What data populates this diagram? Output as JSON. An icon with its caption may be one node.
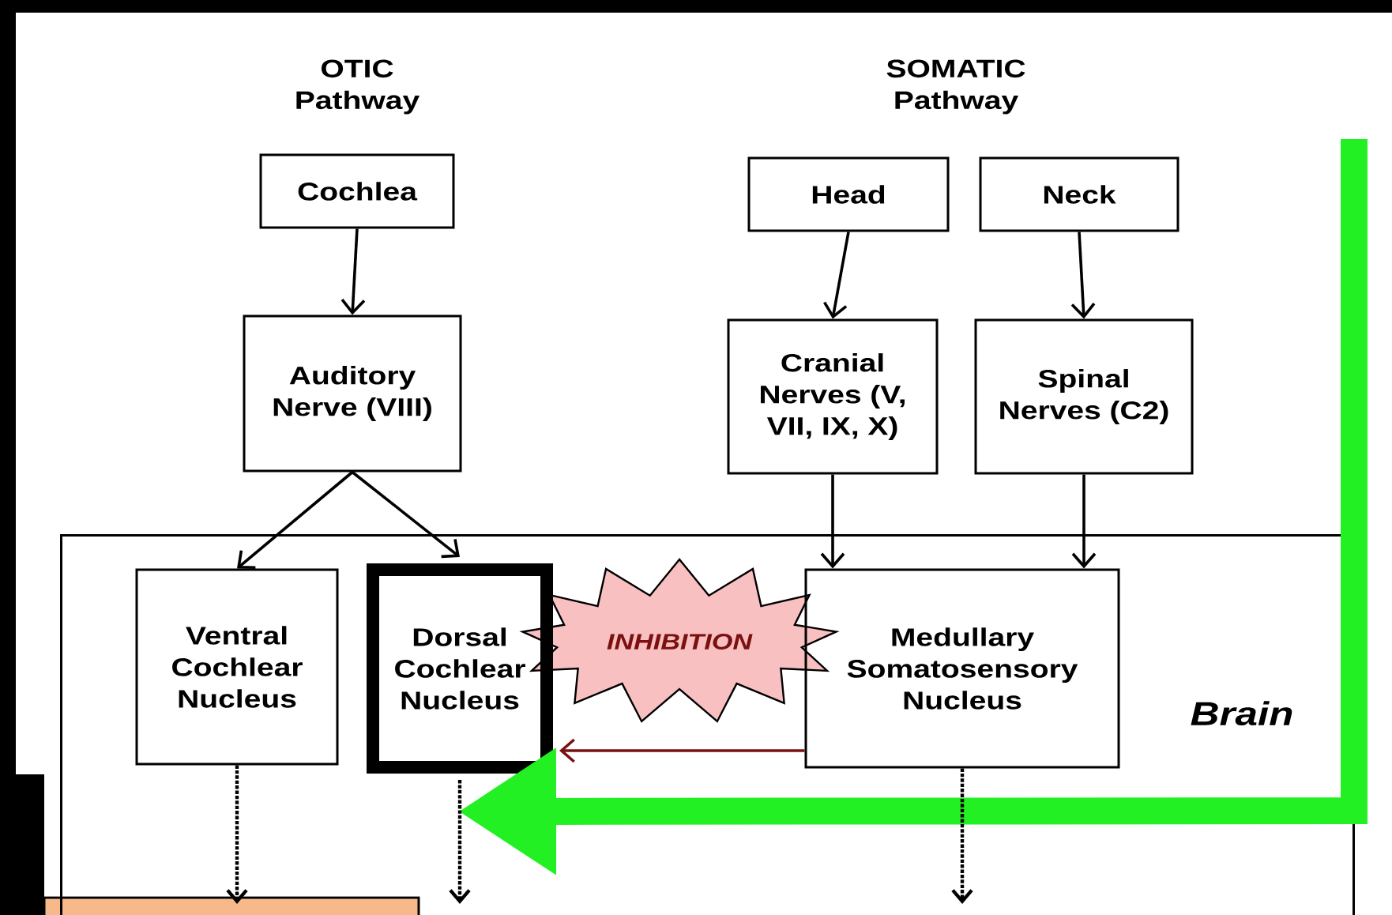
{
  "diagram": {
    "nodes": [
      {
        "text": [
          "Cochlea"
        ]
      },
      {
        "text": [
          "Auditory Nerve (VIII)"
        ]
      },
      {
        "text": [
          "Head"
        ]
      },
      {
        "text": [
          "Neck"
        ]
      },
      {
        "text": [
          "Cranial Nerves (V, VII, IX, X)"
        ]
      },
      {
        "text": [
          "Spinal Nerves (C2)"
        ]
      },
      {
        "text": [
          "Brain"
        ]
      },
      {
        "text": [
          "Ventral Cochlear Nucleus"
        ],
        "in": 6
      },
      {
        "text": [
          "Dorsal Cochlear Nucleus"
        ],
        "in": 6
      },
      {
        "text": [
          "Medullary Somatosensory Nucleus"
        ],
        "in": 6
      },
      {
        "text": [
          "INHIBITION"
        ],
        "in": 6
      }
    ],
    "edges": [
      {
        "from": 0,
        "to": 1,
        "arrow": "to"
      },
      {
        "from": 1,
        "to": 7,
        "arrow": "to"
      },
      {
        "from": 1,
        "to": 8,
        "arrow": "to"
      },
      {
        "from": 2,
        "to": 4,
        "arrow": "to"
      },
      {
        "from": 3,
        "to": 5,
        "arrow": "to"
      },
      {
        "from": 4,
        "to": 9,
        "arrow": "to"
      },
      {
        "from": 5,
        "to": 9,
        "arrow": "to"
      },
      {
        "from": 9,
        "to": 8,
        "arrow": "to",
        "color": "#7a1010"
      },
      {
        "from": null,
        "to": 8,
        "arrow": "to",
        "style": "thick",
        "color": "#22f022"
      },
      {
        "from": 7,
        "to": null,
        "arrow": "to",
        "style": "dashed"
      },
      {
        "from": 8,
        "to": null,
        "arrow": "to",
        "style": "dashed"
      },
      {
        "from": 9,
        "to": null,
        "arrow": "to",
        "style": "dashed"
      }
    ],
    "labels": [
      "OTIC Pathway",
      "SOMATIC Pathway"
    ]
  }
}
